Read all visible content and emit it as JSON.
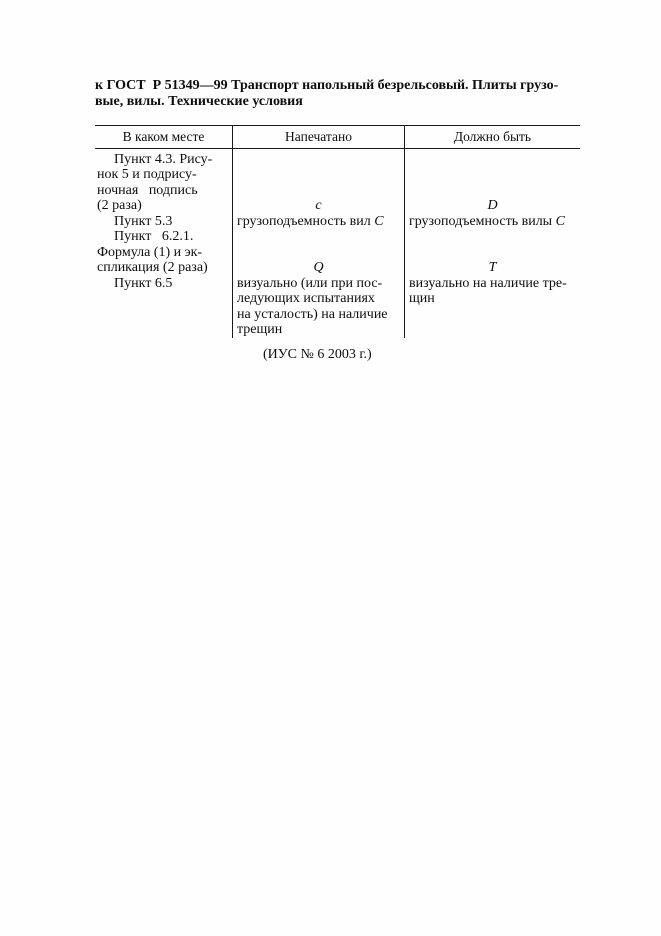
{
  "document": {
    "title": "к ГОСТ  Р 51349—99 Транспорт напольный безрельсовый. Плиты грузо-\nвые, вилы. Технические условия",
    "source_note": "(ИУС № 6 2003 г.)"
  },
  "table": {
    "headers": {
      "place": "В каком месте",
      "printed": "Напечатано",
      "should_be": "Должно быть"
    },
    "rows": [
      {
        "place": "Пункт 4.3. Рису-\nнок 5 и подрису-\nночная   подпись\n(2 раза)",
        "printed": "с",
        "should_be": "D"
      },
      {
        "place": "Пункт 5.3",
        "printed_text": "грузоподъемность вил ",
        "printed_var": "С",
        "should_be_text": "грузоподъемность вилы ",
        "should_be_var": "С"
      },
      {
        "place": "Пункт   6.2.1.\nФормула (1) и эк-\nспликация (2 раза)",
        "printed": "Q",
        "should_be": "Т"
      },
      {
        "place": "Пункт 6.5",
        "printed": "визуально (или при пос-\nледующих испытаниях\nна усталость) на наличие\nтрещин",
        "should_be": "визуально на наличие тре-\nщин"
      }
    ]
  }
}
